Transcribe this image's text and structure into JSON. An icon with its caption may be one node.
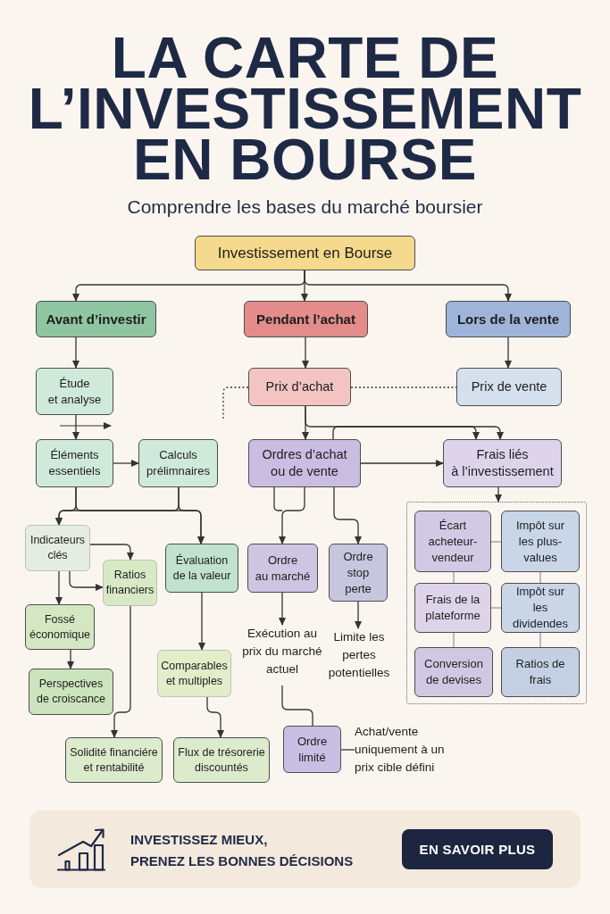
{
  "diagram": {
    "title": "LA CARTE DE L’INVESTISSEMENT EN BOURSE",
    "nodes": [
      {
        "text": [
          "Investissement en Bourse"
        ]
      },
      {
        "text": [
          "Avant d’investir"
        ]
      },
      {
        "text": [
          "Pendant l’achat"
        ]
      },
      {
        "text": [
          "Lors de la vente"
        ]
      },
      {
        "text": [
          "Étude et analyse"
        ]
      },
      {
        "text": [
          "Prix d’achat"
        ]
      },
      {
        "text": [
          "Prix de vente"
        ]
      },
      {
        "text": [
          "Éléments essentiels"
        ]
      },
      {
        "text": [
          "Calculs prélimnaires"
        ]
      },
      {
        "text": [
          "Ordres d’achat ou de vente"
        ]
      },
      {
        "text": [
          "Frais liés à l’investissement"
        ]
      },
      {
        "text": [
          "Indicateurs clés"
        ]
      },
      {
        "text": [
          "Ratios financiers"
        ]
      },
      {
        "text": [
          "Évaluation de la valeur"
        ]
      },
      {
        "text": [
          "Ordre au marché"
        ]
      },
      {
        "text": [
          "Ordre stop perte"
        ]
      },
      {
        "text": [],
        "shape": "box"
      },
      {
        "text": [
          "Écart acheteur-vendeur"
        ],
        "in": 16
      },
      {
        "text": [
          "Impôt sur les plus-values"
        ],
        "in": 16
      },
      {
        "text": [
          "Frais de la plateforme"
        ],
        "in": 16
      },
      {
        "text": [
          "Impôt sur les dividendes"
        ],
        "in": 16
      },
      {
        "text": [
          "Conversion de devises"
        ],
        "in": 16
      },
      {
        "text": [
          "Ratios de frais"
        ],
        "in": 16
      },
      {
        "text": [
          "Fossé économique"
        ]
      },
      {
        "text": [
          "Perspectives de croiscance"
        ]
      },
      {
        "text": [
          "Comparables et multiples"
        ]
      },
      {
        "text": [
          "Exécution au prix du marché actuel"
        ]
      },
      {
        "text": [
          "Limite les pertes potentielles"
        ]
      },
      {
        "text": [
          "Solidité financiére et rentabilité"
        ]
      },
      {
        "text": [
          "Flux de trésorerie discountés"
        ]
      },
      {
        "text": [
          "Ordre limité"
        ]
      },
      {
        "text": [
          "Achat/vente uniquement à un prix cible défini"
        ]
      }
    ],
    "edges": [
      {
        "from": 0,
        "to": 1,
        "arrow": "to"
      },
      {
        "from": 0,
        "to": 2,
        "arrow": "to"
      },
      {
        "from": 0,
        "to": 3,
        "arrow": "to"
      },
      {
        "from": 1,
        "to": 4,
        "arrow": "to"
      },
      {
        "from": 2,
        "to": 5,
        "arrow": "to"
      },
      {
        "from": 3,
        "to": 6,
        "arrow": "to"
      },
      {
        "from": 4,
        "to": 7,
        "arrow": "to"
      },
      {
        "from": 7,
        "to": 8,
        "arrow": "to"
      },
      {
        "from": 5,
        "to": 6,
        "arrow": "none",
        "style": "dashed"
      },
      {
        "from": 5,
        "to": null,
        "arrow": "none",
        "style": "dashed"
      },
      {
        "from": 5,
        "to": 9,
        "arrow": "to"
      },
      {
        "from": 5,
        "to": 10,
        "arrow": "to"
      },
      {
        "from": 9,
        "to": 10,
        "arrow": "to"
      },
      {
        "from": 9,
        "to": 10,
        "arrow": "to"
      },
      {
        "from": 9,
        "to": 14,
        "arrow": "to"
      },
      {
        "from": 9,
        "to": 15,
        "arrow": "to"
      },
      {
        "from": 10,
        "to": 16,
        "arrow": "to"
      },
      {
        "from": 7,
        "to": 11,
        "arrow": "to"
      },
      {
        "from": 7,
        "to": 13,
        "arrow": "to"
      },
      {
        "from": 8,
        "to": 11,
        "arrow": "to"
      },
      {
        "from": 8,
        "to": 13,
        "arrow": "to"
      },
      {
        "from": 11,
        "to": 12,
        "arrow": "to"
      },
      {
        "from": 11,
        "to": 12,
        "arrow": "to"
      },
      {
        "from": 11,
        "to": 23,
        "arrow": "to"
      },
      {
        "from": 23,
        "to": 24,
        "arrow": "to"
      },
      {
        "from": 12,
        "to": 28,
        "arrow": "to"
      },
      {
        "from": 13,
        "to": 25,
        "arrow": "to"
      },
      {
        "from": 25,
        "to": 29,
        "arrow": "to"
      },
      {
        "from": 14,
        "to": 26,
        "arrow": "to"
      },
      {
        "from": 15,
        "to": 27,
        "arrow": "to"
      },
      {
        "from": 26,
        "to": 30,
        "arrow": "none"
      },
      {
        "from": 30,
        "to": 31,
        "arrow": "none"
      },
      {
        "from": 17,
        "to": 18,
        "arrow": "none",
        "color": "#9a9a9a"
      },
      {
        "from": 17,
        "to": 19,
        "arrow": "none",
        "color": "#9a9a9a"
      },
      {
        "from": 18,
        "to": 20,
        "arrow": "none",
        "color": "#9a9a9a"
      },
      {
        "from": 19,
        "to": 20,
        "arrow": "none",
        "color": "#9a9a9a"
      },
      {
        "from": 19,
        "to": 21,
        "arrow": "none",
        "color": "#9a9a9a"
      },
      {
        "from": 20,
        "to": 22,
        "arrow": "none",
        "color": "#9a9a9a"
      }
    ],
    "labels": [
      "Comprendre les bases du marché boursier",
      "INVESTISSEZ MIEUX, PRENEZ LES BONNES DÉCISIONS",
      "EN SAVOIR PLUS"
    ]
  }
}
